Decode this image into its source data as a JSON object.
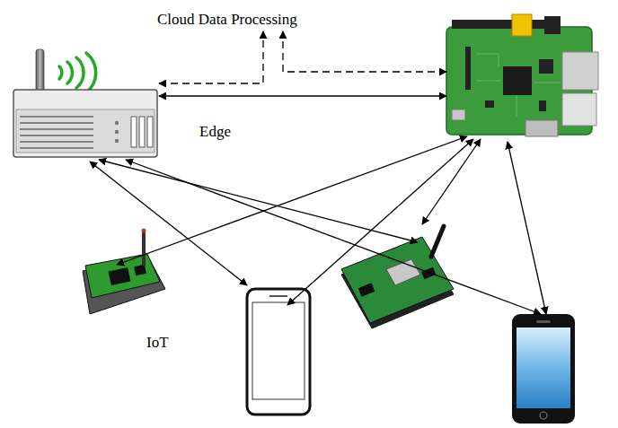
{
  "diagram": {
    "nodes": [
      {
        "text": [
          "Cloud Data Processing"
        ]
      },
      {
        "text": [
          "Edge"
        ]
      },
      {
        "text": []
      },
      {
        "text": [
          "IoT"
        ]
      },
      {
        "text": []
      },
      {
        "text": []
      },
      {
        "text": []
      }
    ],
    "edges": [
      {
        "from": 1,
        "to": 2,
        "arrow": "both"
      },
      {
        "from": 1,
        "to": 0,
        "arrow": "both"
      },
      {
        "from": 2,
        "to": 0,
        "arrow": "both"
      },
      {
        "from": 1,
        "to": 4,
        "arrow": "both"
      },
      {
        "from": 1,
        "to": 5,
        "arrow": "both"
      },
      {
        "from": 1,
        "to": 6,
        "arrow": "both"
      },
      {
        "from": 2,
        "to": 3,
        "arrow": "both"
      },
      {
        "from": 2,
        "to": 4,
        "arrow": "both"
      },
      {
        "from": 2,
        "to": 5,
        "arrow": "both"
      },
      {
        "from": 2,
        "to": 6,
        "arrow": "both"
      }
    ]
  }
}
